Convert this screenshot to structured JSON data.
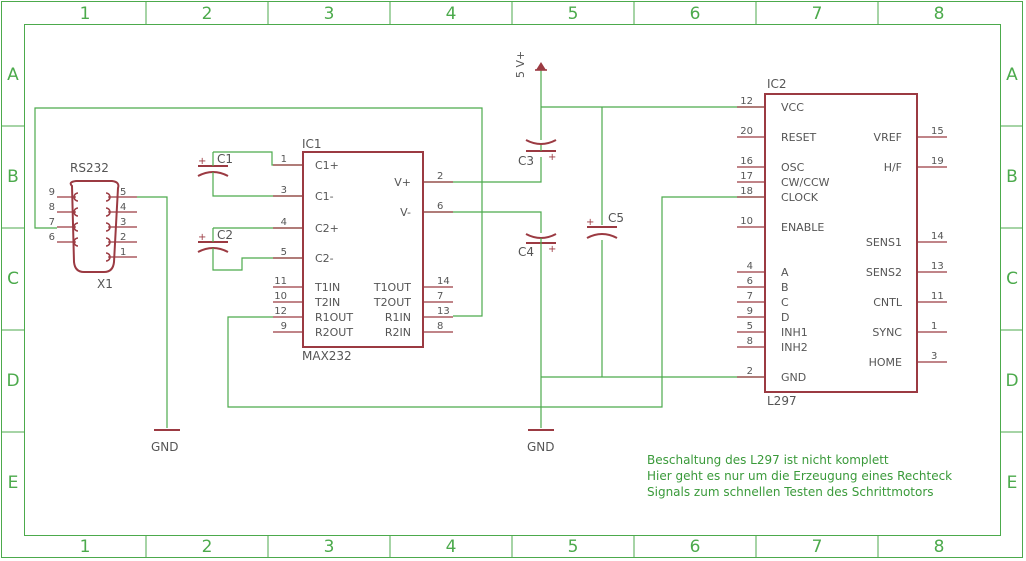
{
  "grid": {
    "columns": [
      "1",
      "2",
      "3",
      "4",
      "5",
      "6",
      "7",
      "8"
    ],
    "rows": [
      "A",
      "B",
      "C",
      "D",
      "E"
    ]
  },
  "connector": {
    "name": "RS232",
    "ref": "X1",
    "pins_left": [
      "9",
      "8",
      "7",
      "6"
    ],
    "pins_right": [
      "5",
      "4",
      "3",
      "2",
      "1"
    ]
  },
  "capacitors": {
    "c1": "C1",
    "c2": "C2",
    "c3": "C3",
    "c4": "C4",
    "c5": "C5"
  },
  "ic1": {
    "ref": "IC1",
    "value": "MAX232",
    "left_pins": [
      {
        "num": "1",
        "label": "C1+"
      },
      {
        "num": "3",
        "label": "C1-"
      },
      {
        "num": "4",
        "label": "C2+"
      },
      {
        "num": "5",
        "label": "C2-"
      },
      {
        "num": "11",
        "label": "T1IN"
      },
      {
        "num": "10",
        "label": "T2IN"
      },
      {
        "num": "12",
        "label": "R1OUT"
      },
      {
        "num": "9",
        "label": "R2OUT"
      }
    ],
    "right_pins": [
      {
        "num": "2",
        "label": "V+"
      },
      {
        "num": "6",
        "label": "V-"
      },
      {
        "num": "14",
        "label": "T1OUT"
      },
      {
        "num": "7",
        "label": "T2OUT"
      },
      {
        "num": "13",
        "label": "R1IN"
      },
      {
        "num": "8",
        "label": "R2IN"
      }
    ]
  },
  "ic2": {
    "ref": "IC2",
    "value": "L297",
    "left_pins": [
      {
        "num": "12",
        "label": "VCC"
      },
      {
        "num": "20",
        "label": "RESET"
      },
      {
        "num": "16",
        "label": "OSC"
      },
      {
        "num": "17",
        "label": "CW/CCW"
      },
      {
        "num": "18",
        "label": "CLOCK"
      },
      {
        "num": "10",
        "label": "ENABLE"
      },
      {
        "num": "4",
        "label": "A"
      },
      {
        "num": "6",
        "label": "B"
      },
      {
        "num": "7",
        "label": "C"
      },
      {
        "num": "9",
        "label": "D"
      },
      {
        "num": "5",
        "label": "INH1"
      },
      {
        "num": "8",
        "label": "INH2"
      },
      {
        "num": "2",
        "label": "GND"
      }
    ],
    "right_pins": [
      {
        "num": "15",
        "label": "VREF"
      },
      {
        "num": "19",
        "label": "H/F"
      },
      {
        "num": "14",
        "label": "SENS1"
      },
      {
        "num": "13",
        "label": "SENS2"
      },
      {
        "num": "11",
        "label": "CNTL"
      },
      {
        "num": "1",
        "label": "SYNC"
      },
      {
        "num": "3",
        "label": "HOME"
      }
    ]
  },
  "supply": {
    "vplus": "5 V+",
    "gnd1": "GND",
    "gnd2": "GND"
  },
  "notes": [
    "Beschaltung des L297 ist nicht komplett",
    "Hier geht es nur um die Erzeugung eines Rechteck",
    "Signals zum schnellen Testen des Schrittmotors"
  ]
}
